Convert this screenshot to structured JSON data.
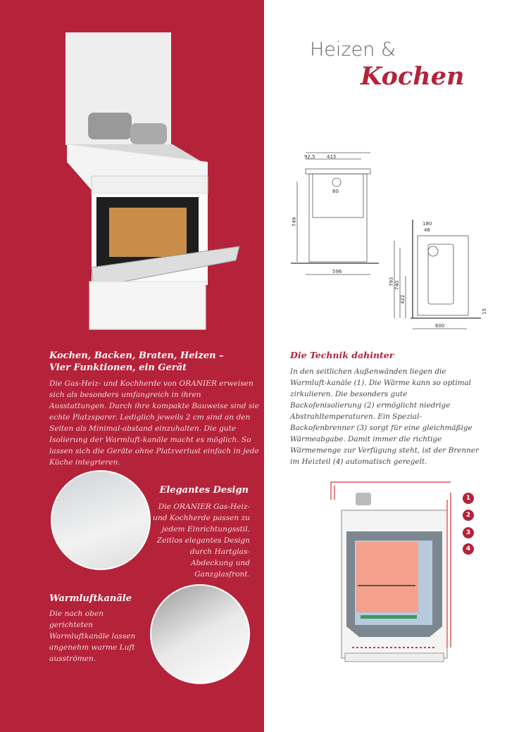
{
  "header": {
    "title_line1": "Heizen &",
    "title_line2": "Kochen"
  },
  "left": {
    "main_heading_1": "Kochen, Backen, Braten, Heizen –",
    "main_heading_2": "Vier Funktionen, ein Gerät",
    "main_text": "Die Gas-Heiz- und Kochherde von ORANIER erweisen sich als besonders umfangreich in ihren Ausstattungen. Durch ihre kompakte Bauweise sind sie echte Platzsparer. Lediglich jeweils 2 cm sind an den Seiten als Minimal-abstand einzuhalten. Die gute Isolierung der Warmluft-kanäle macht es möglich. So lassen sich die Geräte ohne Platzverlust einfach in jede Küche integrieren.",
    "design_heading": "Elegantes Design",
    "design_text": "Die ORANIER Gas-Heiz- und Kochherde passen zu jedem Einrichtungsstil. Zeitlos elegantes Design durch Hartglas-Abdeckung und Ganzglasfront.",
    "air_heading": "Warmluftkanäle",
    "air_text": "Die nach oben gerichteten Warmluftkanäle lassen angenehm warme Luft ausströmen."
  },
  "right": {
    "tech_heading": "Die Technik dahinter",
    "tech_text": "In den seitlichen Außenwänden liegen die Warmluft-kanäle (1). Die Wärme kann so optimal zirkulieren. Die besonders gute Backofenisolierung (2) ermöglicht niedrige Abstrahltemperaturen. Ein Spezial-Backofenbrenner (3) sorgt für eine gleichmäßige Wärmeabgabe. Damit immer die richtige Wärmemenge zur Verfügung steht, ist der Brenner im Heizteil (4) automatisch geregelt."
  },
  "dimensions": {
    "front": {
      "a": "92,5",
      "b": "415",
      "c": "80",
      "h": "749",
      "w": "596"
    },
    "side": {
      "a": "180",
      "b": "46",
      "h1": "793",
      "h2": "740",
      "h3": "422",
      "f": "15",
      "w": "600"
    }
  },
  "callouts": [
    "1",
    "2",
    "3",
    "4"
  ],
  "colors": {
    "brand_red": "#b5233a"
  }
}
